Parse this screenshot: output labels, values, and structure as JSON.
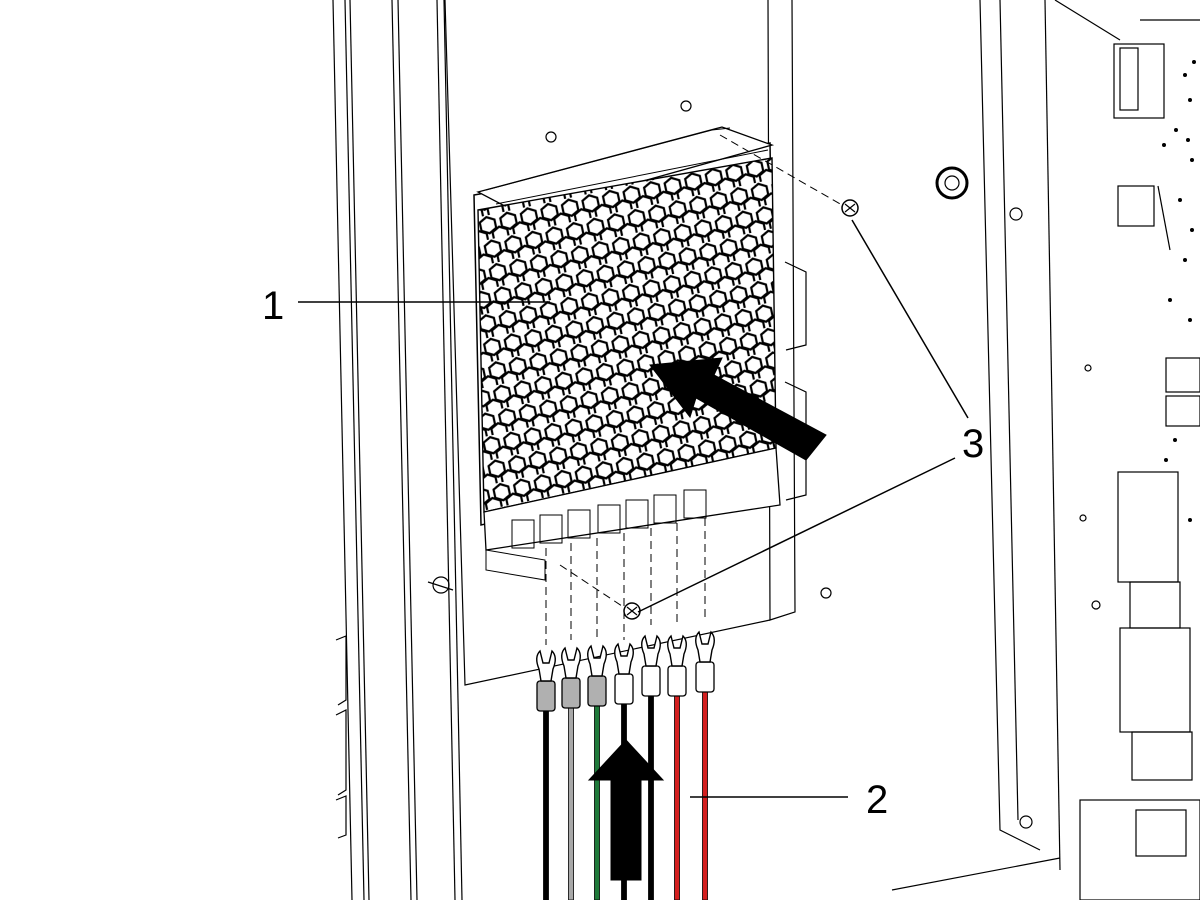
{
  "callouts": [
    {
      "label": "1"
    },
    {
      "label": "3"
    },
    {
      "label": "2"
    }
  ],
  "wire_colors": [
    "black",
    "gray",
    "green",
    "black",
    "black",
    "red",
    "red"
  ],
  "palette": {
    "line": "#000000",
    "wire_red": "#d42020",
    "wire_green": "#1f7a3a",
    "wire_gray": "#a8a8a8",
    "sleeve_gray": "#b0b0b0",
    "sleeve_white": "#ffffff",
    "paper": "#ffffff"
  }
}
